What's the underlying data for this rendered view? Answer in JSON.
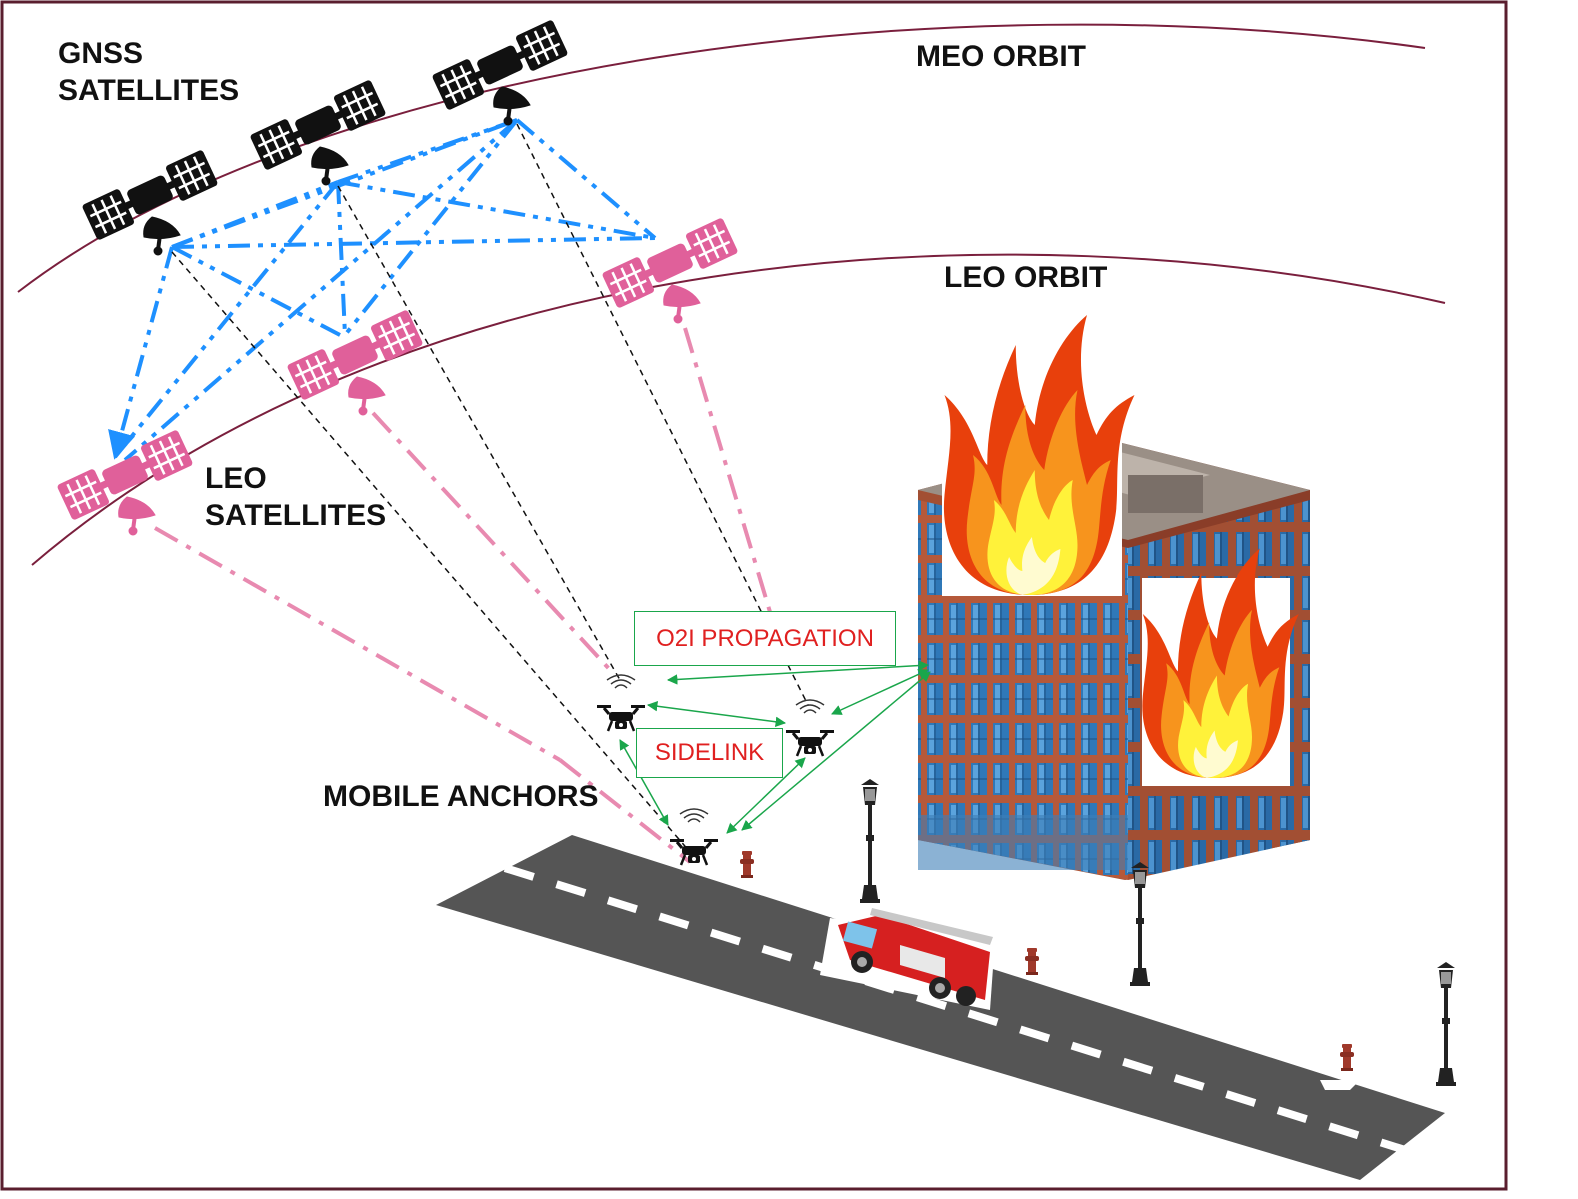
{
  "labels": {
    "gnss_line1": "GNSS",
    "gnss_line2": "SATELLITES",
    "meo_orbit": "MEO ORBIT",
    "leo_orbit": "LEO ORBIT",
    "leo_line1": "LEO",
    "leo_line2": "SATELLITES",
    "mobile_anchors": "MOBILE ANCHORS",
    "o2i_propagation": "O2I PROPAGATION",
    "sidelink": "SIDELINK"
  },
  "colors": {
    "frame": "#5a1e2e",
    "orbit": "#7a1f3d",
    "gnss_link": "#1e90ff",
    "leo_link": "#e88ab0",
    "gnss_satellite": "#111111",
    "leo_satellite": "#e0609a",
    "anchor_link": "#1aa64b",
    "label_red": "#e02020",
    "road": "#555555",
    "fire_outer": "#e8400c",
    "fire_mid": "#f7941d",
    "fire_inner": "#fff23a",
    "building_brick": "#b5593a",
    "building_glass": "#2f78b8",
    "truck": "#d62020"
  },
  "icons": [
    "satellite-icon",
    "drone-icon",
    "fire-icon",
    "building-icon",
    "fire-truck-icon",
    "street-lamp-icon",
    "fire-hydrant-icon"
  ]
}
